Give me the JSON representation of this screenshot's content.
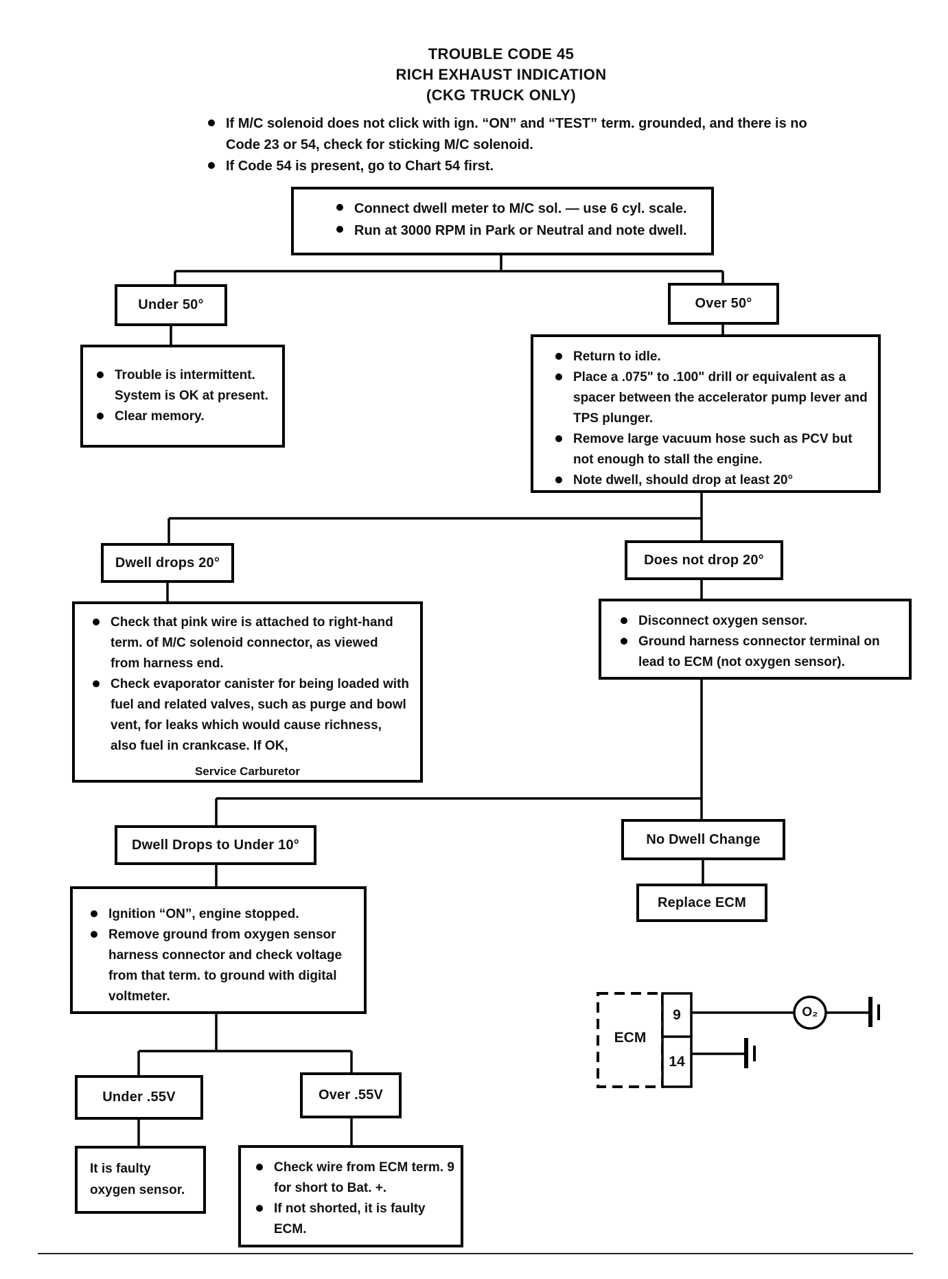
{
  "page": {
    "title_line1": "TROUBLE CODE 45",
    "title_line2": "RICH EXHAUST INDICATION",
    "title_line3": "(CKG TRUCK ONLY)"
  },
  "intro": {
    "bullets": [
      "If M/C solenoid does not click with ign. “ON” and “TEST” term. grounded, and there is no Code 23 or 54, check for sticking M/C solenoid.",
      "If Code 54 is present, go to Chart 54 first."
    ]
  },
  "flow": {
    "start": {
      "items": [
        "Connect dwell meter to M/C sol. — use 6 cyl. scale.",
        "Run at 3000 RPM in Park or Neutral and note dwell."
      ]
    },
    "under50": {
      "label": "Under 50°"
    },
    "under50_result": {
      "items": [
        "Trouble is intermittent. System is OK at present.",
        "Clear memory."
      ]
    },
    "over50": {
      "label": "Over 50°"
    },
    "over50_steps": {
      "items": [
        "Return to idle.",
        "Place a .075\" to .100\" drill or equivalent as a spacer between the accelerator pump lever and TPS plunger.",
        "Remove large vacuum hose such as PCV but not enough to stall the engine.",
        "Note dwell, should drop at least 20°"
      ]
    },
    "dwell_drops20": {
      "label": "Dwell drops 20°"
    },
    "dwell_drops20_steps": {
      "items": [
        "Check that pink wire is attached to right-hand term. of M/C solenoid connector, as viewed from harness end.",
        "Check evaporator canister for being loaded with fuel and related valves, such as purge and bowl vent, for leaks which would cause richness, also fuel in crankcase. If OK,"
      ],
      "footer": "Service Carburetor"
    },
    "does_not_drop": {
      "label": "Does not drop 20°"
    },
    "does_not_drop_steps": {
      "items": [
        "Disconnect oxygen sensor.",
        "Ground harness connector terminal on lead to ECM (not oxygen sensor)."
      ]
    },
    "dwell_under10": {
      "label": "Dwell Drops to Under 10°"
    },
    "dwell_under10_steps": {
      "items": [
        "Ignition “ON”, engine stopped.",
        "Remove ground from oxygen sensor harness connector and check voltage from that term. to ground with digital voltmeter."
      ]
    },
    "no_dwell_change": {
      "label": "No Dwell Change"
    },
    "replace_ecm": {
      "label": "Replace ECM"
    },
    "under55": {
      "label": "Under .55V"
    },
    "under55_result": {
      "text": "It is faulty oxygen sensor."
    },
    "over55": {
      "label": "Over .55V"
    },
    "over55_steps": {
      "items": [
        "Check wire from ECM term. 9 for short to Bat. +.",
        "If not shorted, it is faulty ECM."
      ]
    }
  },
  "ecm_diagram": {
    "ecm_label": "ECM",
    "terminal_top": "9",
    "terminal_bottom": "14",
    "o2_label": "O₂"
  },
  "colors": {
    "ink": "#111111",
    "paper": "#ffffff"
  }
}
